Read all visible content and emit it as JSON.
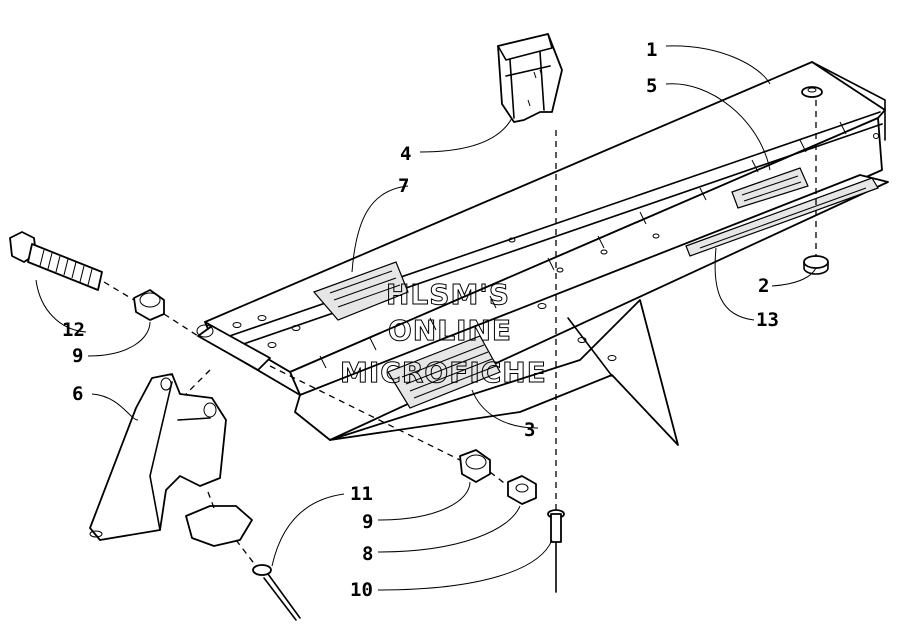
{
  "watermark": {
    "line1": "HLSM'S",
    "line2": "ONLINE",
    "line3": "MICROFICHE"
  },
  "callouts": {
    "c1": "1",
    "c2": "2",
    "c3": "3",
    "c4": "4",
    "c5": "5",
    "c6": "6",
    "c7": "7",
    "c8": "8",
    "c9a": "9",
    "c9b": "9",
    "c10": "10",
    "c11": "11",
    "c12": "12",
    "c13": "13"
  }
}
